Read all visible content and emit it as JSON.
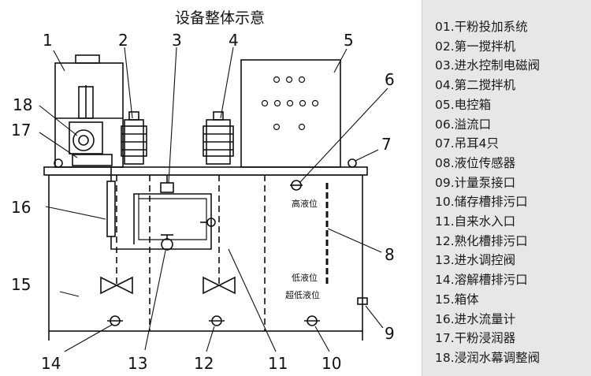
{
  "title": "设备整体示意",
  "labels": {
    "level_high": "高液位",
    "level_low": "低液位",
    "level_ultra_low": "超低液位"
  },
  "callouts": [
    "1",
    "2",
    "3",
    "4",
    "5",
    "6",
    "7",
    "8",
    "9",
    "10",
    "11",
    "12",
    "13",
    "14",
    "15",
    "16",
    "17",
    "18"
  ],
  "legend": [
    "01.干粉投加系统",
    "02.第一搅拌机",
    "03.进水控制电磁阀",
    "04.第二搅拌机",
    "05.电控箱",
    "06.溢流口",
    "07.吊耳4只",
    "08.液位传感器",
    "09.计量泵接口",
    "10.储存槽排污口",
    "11.自来水入口",
    "12.熟化槽排污口",
    "13.进水调控阀",
    "14.溶解槽排污口",
    "15.箱体",
    "16.进水流量计",
    "17.干粉浸润器",
    "18.浸润水幕调整阀"
  ]
}
